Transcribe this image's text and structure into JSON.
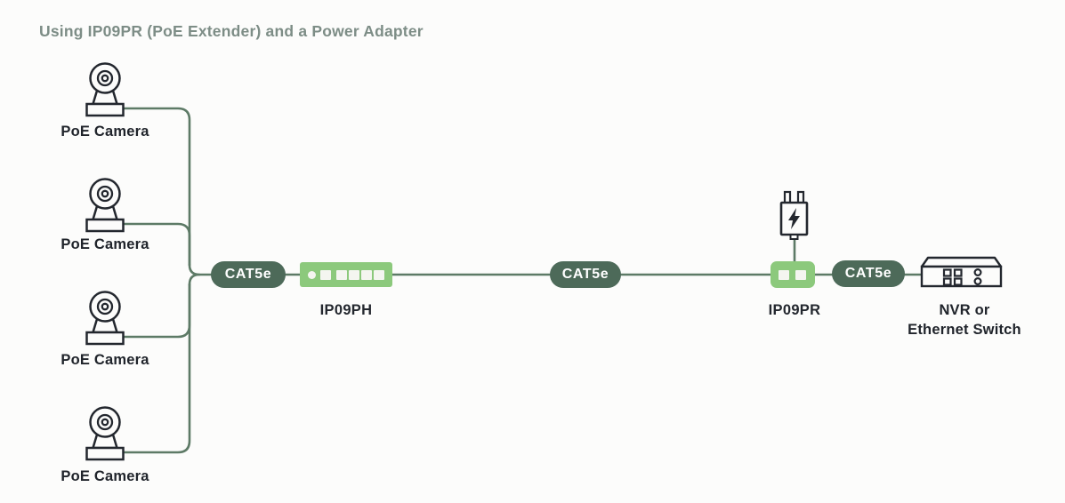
{
  "title": "Using IP09PR (PoE Extender) and a Power Adapter",
  "cameras": [
    {
      "label": "PoE Camera"
    },
    {
      "label": "PoE Camera"
    },
    {
      "label": "PoE Camera"
    },
    {
      "label": "PoE Camera"
    }
  ],
  "cables": [
    {
      "label": "CAT5e"
    },
    {
      "label": "CAT5e"
    },
    {
      "label": "CAT5e"
    }
  ],
  "devices": {
    "poe_hub": {
      "label": "IP09PH"
    },
    "poe_extender": {
      "label": "IP09PR"
    }
  },
  "endpoint": {
    "label_line1": "NVR or",
    "label_line2": "Ethernet Switch"
  },
  "icons": {
    "camera": "poe-camera-icon",
    "power_adapter": "power-adapter-icon",
    "endpoint": "nvr-switch-icon"
  },
  "colors": {
    "line": "#5d7a66",
    "cable_pill": "#4d6a59",
    "device_green": "#8cc97c",
    "title_text": "#7d8d86",
    "label_text": "#20242b",
    "background": "#fcfcfb"
  }
}
